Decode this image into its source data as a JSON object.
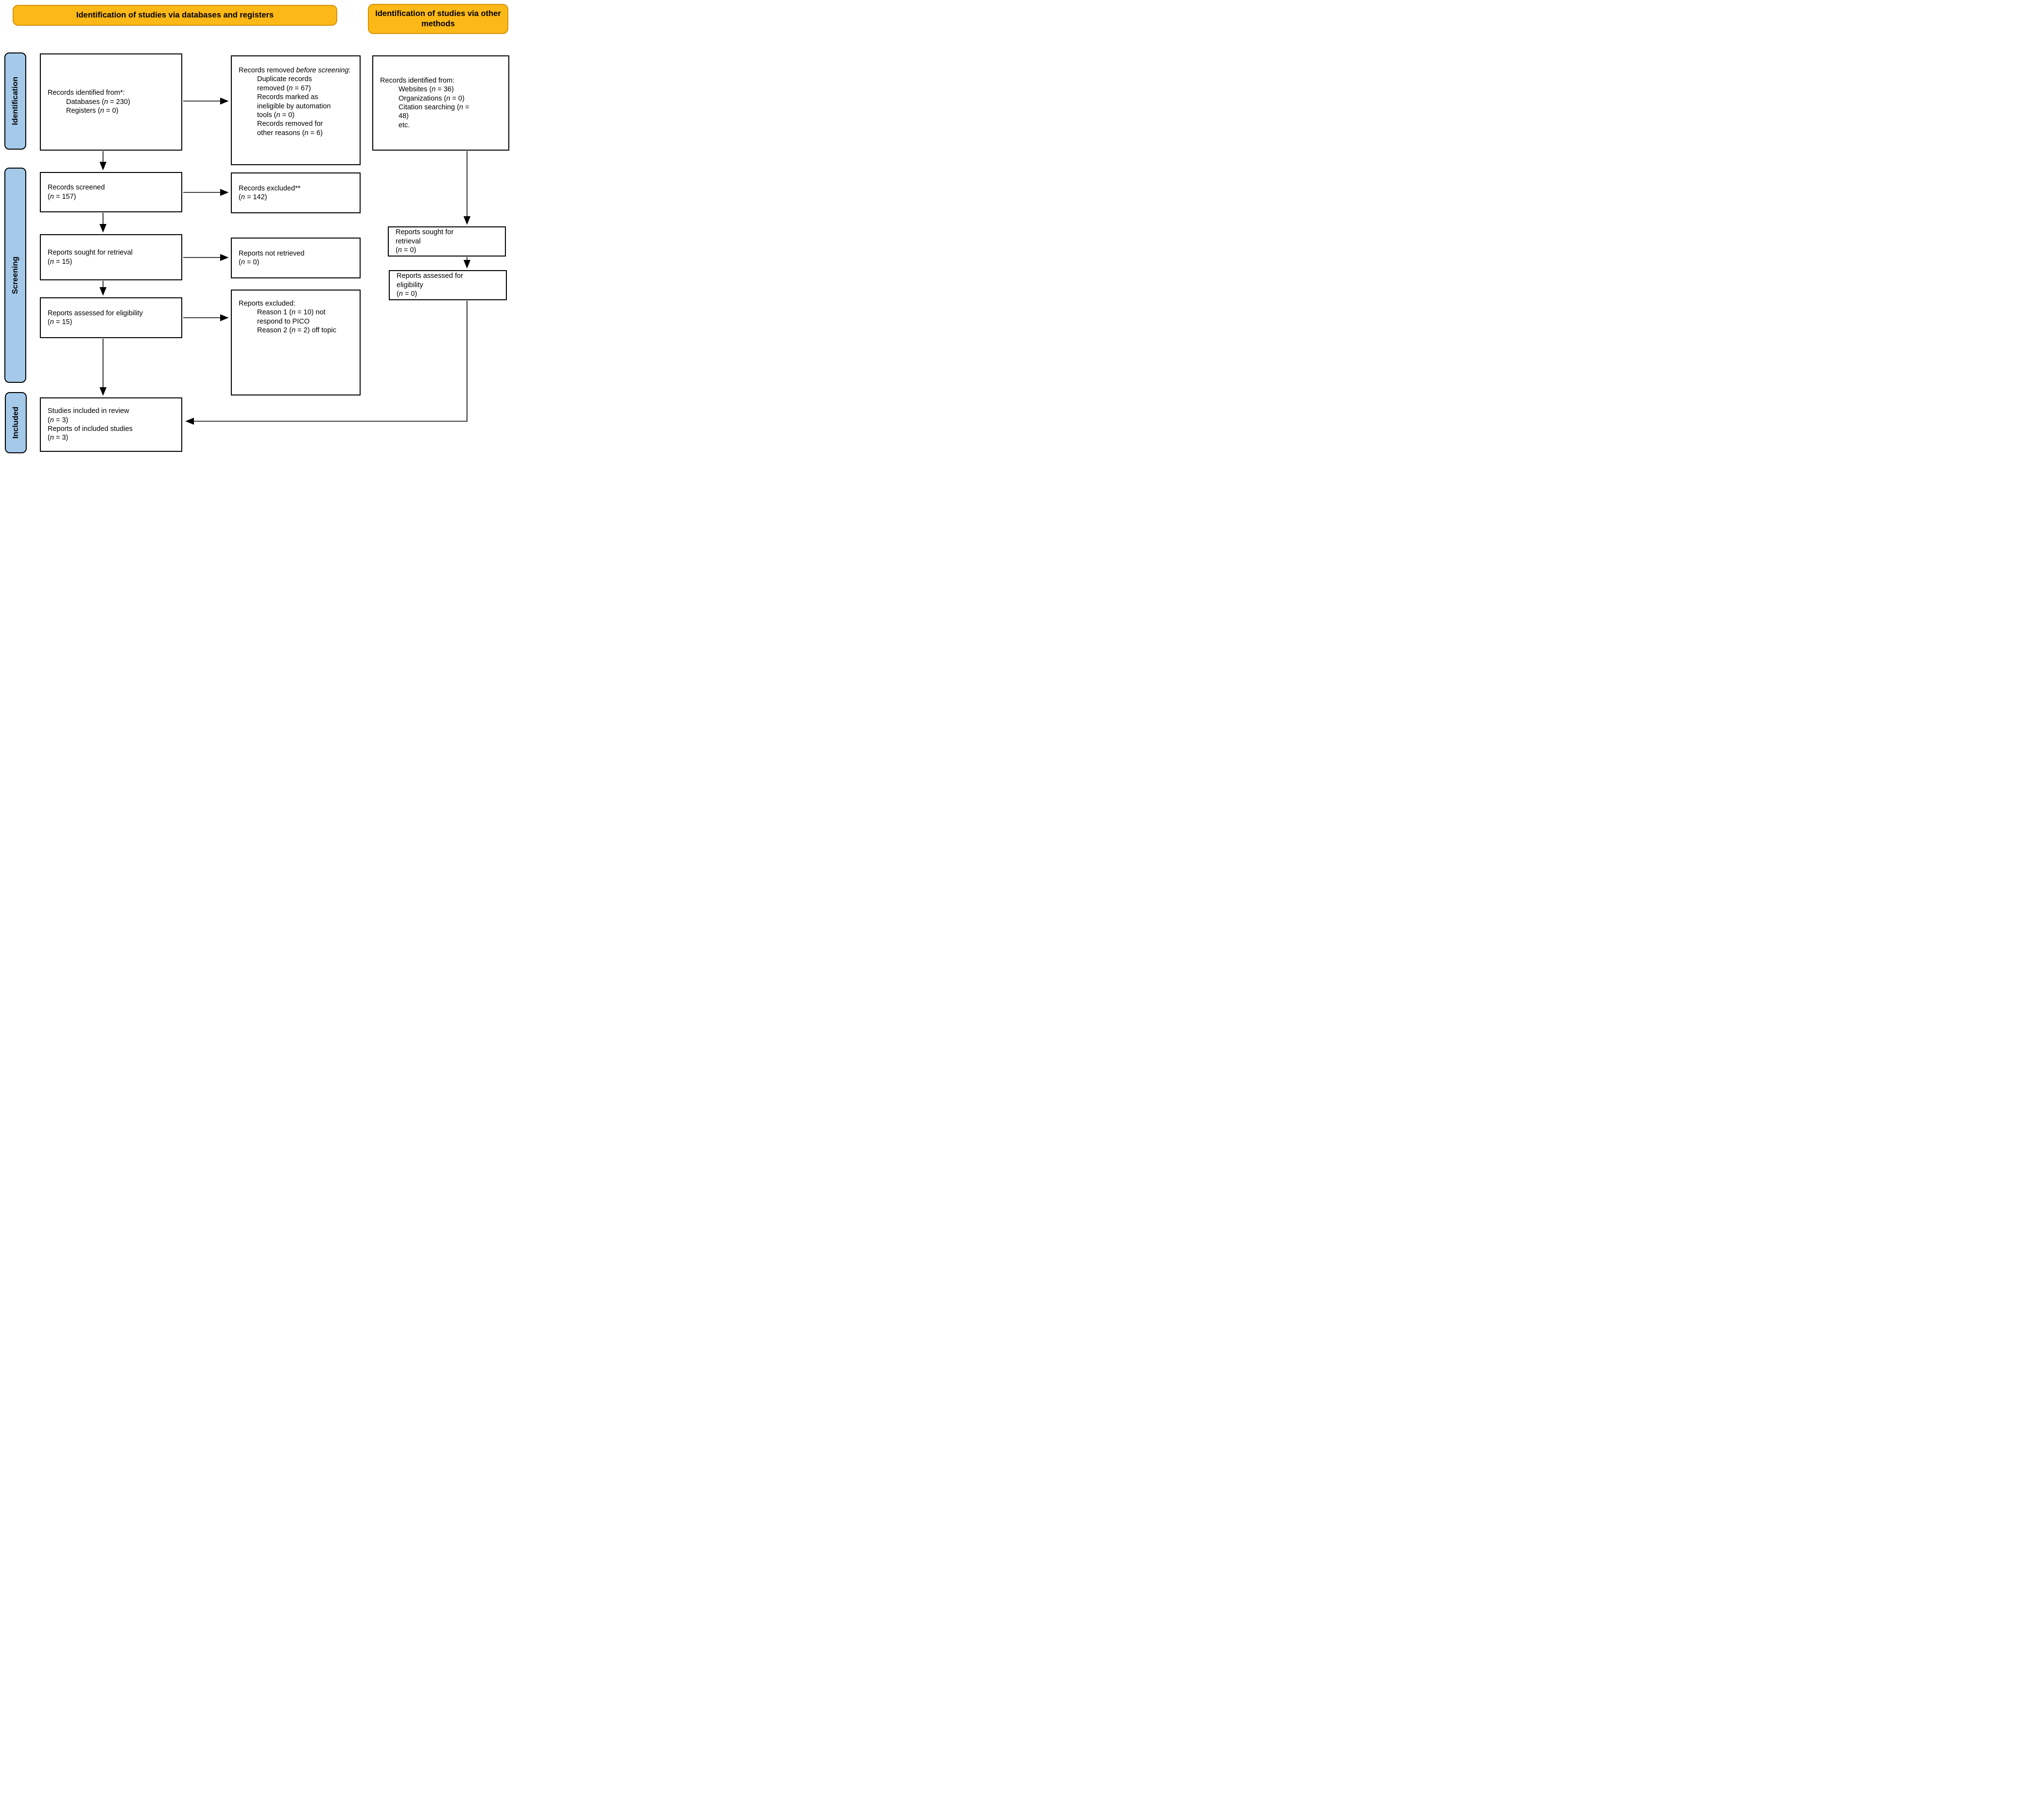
{
  "colors": {
    "banner_fill": "#FCB816",
    "banner_border": "#D4930D",
    "stage_fill": "#A4C9E9",
    "box_border": "#000000",
    "arrow": "#000000"
  },
  "banners": {
    "databases": "Identification of studies via databases and registers",
    "other_methods": "Identification of studies via other methods"
  },
  "stages": {
    "identification": "Identification",
    "screening": "Screening",
    "included": "Included"
  },
  "boxes": {
    "records_identified_db": {
      "title": "Records identified from*:",
      "items": [
        "Databases (n = 230)",
        "Registers (n = 0)"
      ]
    },
    "records_removed": {
      "title_prefix": "Records removed ",
      "title_italic": "before screening",
      "title_suffix": ":",
      "lines": [
        "Duplicate records",
        "removed (n = 67)",
        "Records marked as",
        "ineligible by automation",
        "tools (n = 0)",
        "Records removed for",
        "other reasons (n = 6)"
      ]
    },
    "records_identified_other": {
      "title": "Records identified from:",
      "lines": [
        "Websites (n = 36)",
        "Organizations (n = 0)",
        "Citation searching (n =",
        "48)",
        "etc."
      ]
    },
    "records_screened": {
      "lines": [
        "Records screened",
        "(n = 157)"
      ]
    },
    "records_excluded": {
      "lines": [
        "Records excluded**",
        "(n = 142)"
      ]
    },
    "reports_sought_db": {
      "lines": [
        "Reports sought for retrieval",
        "(n = 15)"
      ]
    },
    "reports_not_retrieved": {
      "lines": [
        "Reports not retrieved",
        "(n = 0)"
      ]
    },
    "reports_sought_other": {
      "lines": [
        "Reports sought for",
        "retrieval",
        "(n = 0)"
      ]
    },
    "reports_assessed_db": {
      "lines": [
        "Reports assessed for eligibility",
        "(n = 15)"
      ]
    },
    "reports_excluded": {
      "title": "Reports excluded:",
      "lines": [
        "Reason 1 (n = 10) not",
        "respond to PICO",
        "Reason 2 (n = 2) off topic"
      ]
    },
    "reports_assessed_other": {
      "lines": [
        "Reports assessed for",
        "eligibility",
        "(n = 0)"
      ]
    },
    "studies_included": {
      "lines": [
        "Studies included in review",
        "(n = 3)",
        "Reports of included studies",
        "(n = 3)"
      ]
    }
  }
}
